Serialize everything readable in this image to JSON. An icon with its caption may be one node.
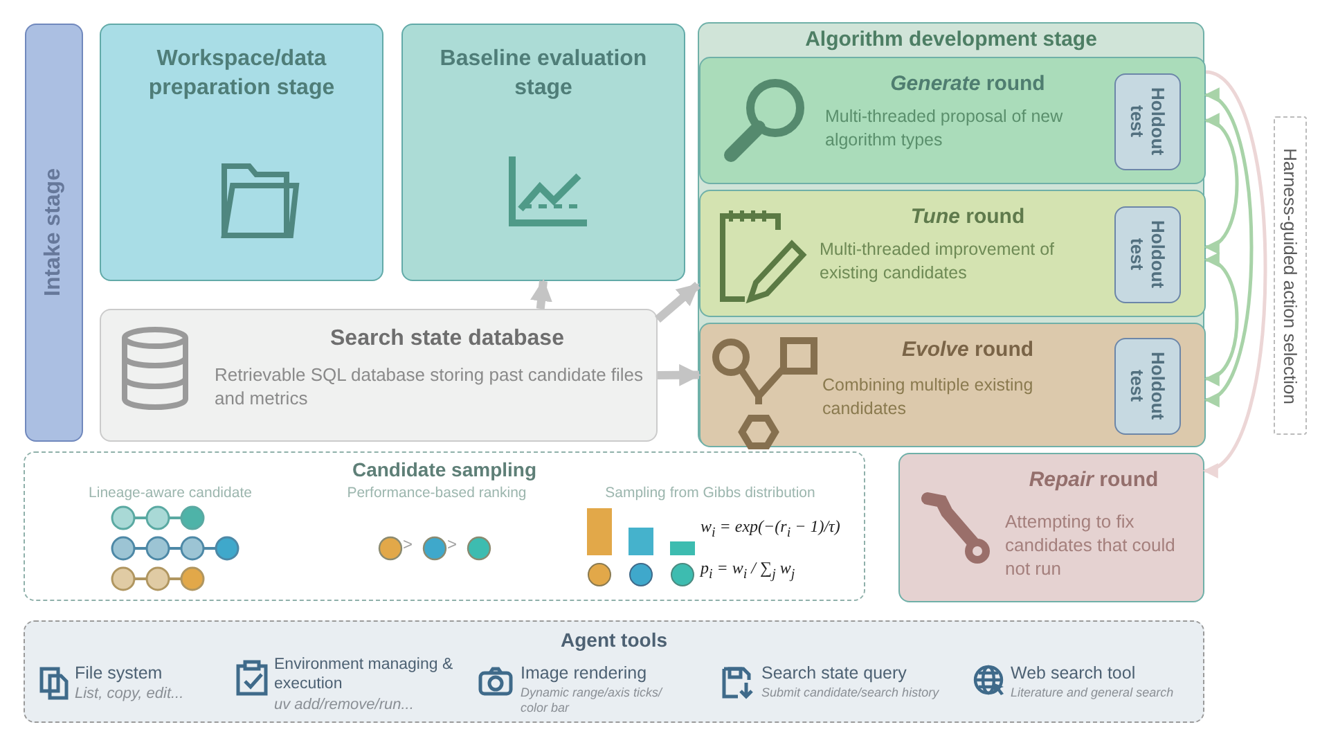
{
  "diagram": {
    "nodes": [
      {
        "text": [
          "Intake stage"
        ]
      },
      {
        "text": [
          "Workspace/data preparation stage"
        ]
      },
      {
        "text": [
          "Baseline evaluation stage"
        ]
      },
      {
        "text": [
          "Search state database",
          "Retrievable SQL database storing past candidate files and metrics"
        ]
      },
      {
        "text": [
          "Algorithm development stage"
        ]
      },
      {
        "text": [
          "*Generate* round",
          "Multi-threaded proposal of new algorithm types"
        ],
        "in": 4
      },
      {
        "text": [
          "Holdout test"
        ],
        "in": 5
      },
      {
        "text": [
          "*Tune* round",
          "Multi-threaded improvement of existing candidates"
        ],
        "in": 4
      },
      {
        "text": [
          "Holdout test"
        ],
        "in": 7
      },
      {
        "text": [
          "*Evolve* round",
          "Combining multiple existing candidates"
        ],
        "in": 4
      },
      {
        "text": [
          "Holdout test"
        ],
        "in": 9
      },
      {
        "text": [
          "Harness-guided action selection"
        ]
      },
      {
        "text": [
          "*Repair* round",
          "Attempting to fix candidates that could not run"
        ]
      },
      {
        "text": [
          "Candidate sampling",
          "Lineage-aware candidate",
          "Performance-based ranking",
          "Sampling from Gibbs distribution",
          "w$_{i}$ = exp(−(r$_{i}$ − 1)/τ)",
          "p$_{i}$ = w$_{i}$ / ∑$_{j}$ w$_{j}$"
        ]
      },
      {
        "text": [
          "Agent tools",
          "File system",
          "List, copy, edit...",
          "Environment managing & execution",
          "uv add/remove/run...",
          "Image rendering",
          "Dynamic range/axis ticks/ color bar",
          "Search state query",
          "Submit candidate/search history",
          "Web search tool",
          "Literature and general search"
        ]
      }
    ],
    "edges": [
      {
        "from": 3,
        "to": 2,
        "arrow": "to",
        "style": "thick",
        "color": "#c4c4c4"
      },
      {
        "from": 3,
        "to": 4,
        "arrow": "to",
        "style": "thick",
        "color": "#c4c4c4"
      },
      {
        "from": 3,
        "to": 9,
        "arrow": "to",
        "style": "thick",
        "color": "#c4c4c4"
      },
      {
        "from": 5,
        "to": 7,
        "arrow": "both",
        "color": "#a8d3a8"
      },
      {
        "from": 7,
        "to": 9,
        "arrow": "both",
        "color": "#a8d3a8"
      },
      {
        "from": 5,
        "to": 9,
        "arrow": "both",
        "color": "#a8d3a8"
      },
      {
        "from": 5,
        "to": 12,
        "arrow": "to",
        "color": "#ecd6d6"
      }
    ],
    "labels": [
      ">",
      ">"
    ]
  }
}
